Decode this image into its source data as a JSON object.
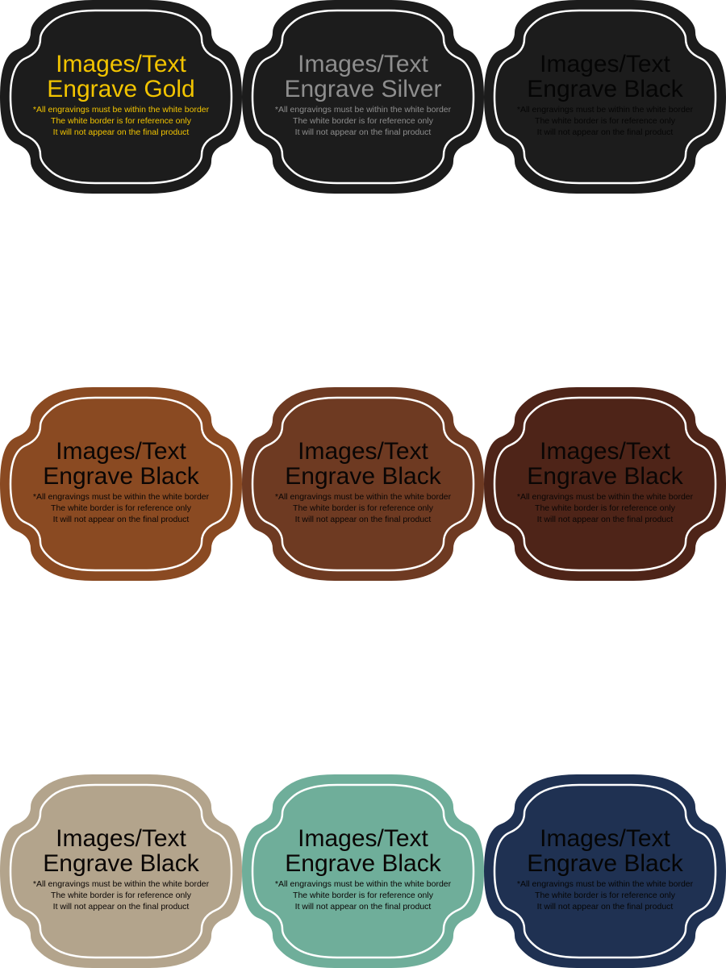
{
  "patches": [
    {
      "line1": "Images/Text",
      "line2": "Engrave Gold",
      "note1": "*All engravings must be within the white border",
      "note2": "The white border is for reference only",
      "note3": "It will not appear on the final product",
      "fill": "#1c1c1c",
      "text_color": "#f2c400"
    },
    {
      "line1": "Images/Text",
      "line2": "Engrave Silver",
      "note1": "*All engravings must be within the white border",
      "note2": "The white border is for reference only",
      "note3": "It will not appear on the final product",
      "fill": "#1c1c1c",
      "text_color": "#8e8e8e"
    },
    {
      "line1": "Images/Text",
      "line2": "Engrave Black",
      "note1": "*All engravings must be within the white border",
      "note2": "The white border is for reference only",
      "note3": "It will not appear on the final product",
      "fill": "#1c1c1c",
      "text_color": "#050505"
    },
    {
      "line1": "Images/Text",
      "line2": "Engrave Black",
      "note1": "*All engravings must be within the white border",
      "note2": "The white border is for reference only",
      "note3": "It will not appear on the final product",
      "fill": "#8a4a22",
      "text_color": "#0a0605"
    },
    {
      "line1": "Images/Text",
      "line2": "Engrave Black",
      "note1": "*All engravings must be within the white border",
      "note2": "The white border is for reference only",
      "note3": "It will not appear on the final product",
      "fill": "#6e3a22",
      "text_color": "#0a0605"
    },
    {
      "line1": "Images/Text",
      "line2": "Engrave Black",
      "note1": "*All engravings must be within the white border",
      "note2": "The white border is for reference only",
      "note3": "It will not appear on the final product",
      "fill": "#4e2418",
      "text_color": "#0a0605"
    },
    {
      "line1": "Images/Text",
      "line2": "Engrave Black",
      "note1": "*All engravings must be within the white border",
      "note2": "The white border is for reference only",
      "note3": "It will not appear on the final product",
      "fill": "#b3a48c",
      "text_color": "#0a0605"
    },
    {
      "line1": "Images/Text",
      "line2": "Engrave Black",
      "note1": "*All engravings must be within the white border",
      "note2": "The white border is for reference only",
      "note3": "It will not appear on the final product",
      "fill": "#6fae9a",
      "text_color": "#0a0605"
    },
    {
      "line1": "Images/Text",
      "line2": "Engrave Black",
      "note1": "*All engravings must be within the white border",
      "note2": "The white border is for reference only",
      "note3": "It will not appear on the final product",
      "fill": "#1f3152",
      "text_color": "#050505"
    }
  ]
}
